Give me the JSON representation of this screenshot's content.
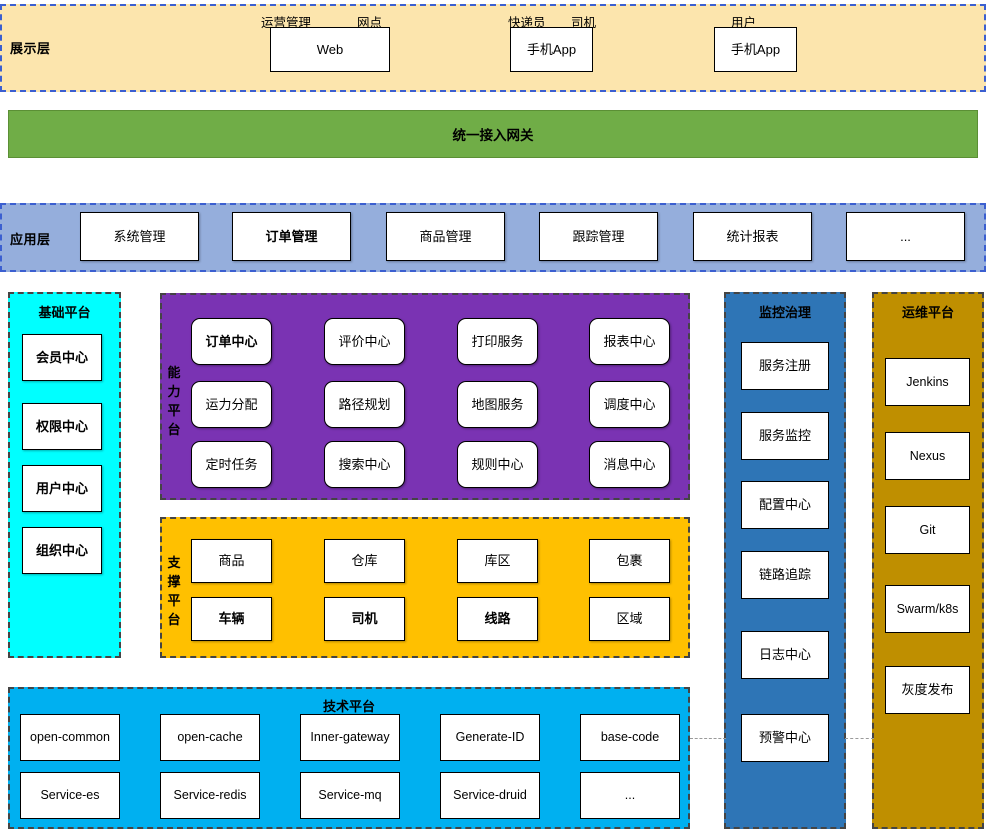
{
  "diagram": {
    "title": "Logistics Microservice Platform Architecture",
    "colors": {
      "presentation_bg": "#fce5ad",
      "gateway_bg": "#70ad47",
      "application_bg": "#95aedc",
      "basic_platform_bg": "#00ffff",
      "capability_platform_bg": "#7a33b3",
      "support_platform_bg": "#ffc000",
      "tech_platform_bg": "#00b0f0",
      "monitor_bg": "#2e75b6",
      "devops_bg": "#bf8f00",
      "node_bg": "#ffffff",
      "band_border": "#3b5fd0",
      "panel_border": "#444444",
      "connector": "#9a9a9a"
    }
  },
  "presentation_layer": {
    "label": "展示层",
    "role_labels": [
      {
        "text": "运营管理"
      },
      {
        "text": "网点"
      },
      {
        "text": "快递员"
      },
      {
        "text": "司机"
      },
      {
        "text": "用户"
      }
    ],
    "clients": [
      {
        "label": "Web"
      },
      {
        "label": "手机App"
      },
      {
        "label": "手机App"
      }
    ]
  },
  "gateway": {
    "label": "统一接入网关"
  },
  "application_layer": {
    "label": "应用层",
    "modules": [
      {
        "label": "系统管理",
        "bold": false
      },
      {
        "label": "订单管理",
        "bold": true
      },
      {
        "label": "商品管理",
        "bold": false
      },
      {
        "label": "跟踪管理",
        "bold": false
      },
      {
        "label": "统计报表",
        "bold": false
      },
      {
        "label": "...",
        "bold": false
      }
    ]
  },
  "basic_platform": {
    "title": "基础平台",
    "items": [
      {
        "label": "会员中心",
        "bold": true
      },
      {
        "label": "权限中心",
        "bold": true
      },
      {
        "label": "用户中心",
        "bold": true
      },
      {
        "label": "组织中心",
        "bold": true
      }
    ]
  },
  "capability_platform": {
    "label": "能力平台",
    "items": [
      {
        "label": "订单中心",
        "bold": true
      },
      {
        "label": "评价中心",
        "bold": false
      },
      {
        "label": "打印服务",
        "bold": false
      },
      {
        "label": "报表中心",
        "bold": false
      },
      {
        "label": "运力分配",
        "bold": false
      },
      {
        "label": "路径规划",
        "bold": false
      },
      {
        "label": "地图服务",
        "bold": false
      },
      {
        "label": "调度中心",
        "bold": false
      },
      {
        "label": "定时任务",
        "bold": false
      },
      {
        "label": "搜索中心",
        "bold": false
      },
      {
        "label": "规则中心",
        "bold": false
      },
      {
        "label": "消息中心",
        "bold": false
      }
    ]
  },
  "support_platform": {
    "label": "支撑平台",
    "items": [
      {
        "label": "商品",
        "bold": false
      },
      {
        "label": "仓库",
        "bold": false
      },
      {
        "label": "库区",
        "bold": false
      },
      {
        "label": "包裹",
        "bold": false
      },
      {
        "label": "车辆",
        "bold": true
      },
      {
        "label": "司机",
        "bold": true
      },
      {
        "label": "线路",
        "bold": true
      },
      {
        "label": "区域",
        "bold": false
      }
    ]
  },
  "tech_platform": {
    "title": "技术平台",
    "items": [
      {
        "label": "open-common"
      },
      {
        "label": "open-cache"
      },
      {
        "label": "Inner-gateway"
      },
      {
        "label": "Generate-ID"
      },
      {
        "label": "base-code"
      },
      {
        "label": "Service-es"
      },
      {
        "label": "Service-redis"
      },
      {
        "label": "Service-mq"
      },
      {
        "label": "Service-druid"
      },
      {
        "label": "..."
      }
    ]
  },
  "monitor_platform": {
    "title": "监控治理",
    "items": [
      {
        "label": "服务注册"
      },
      {
        "label": "服务监控"
      },
      {
        "label": "配置中心"
      },
      {
        "label": "链路追踪"
      },
      {
        "label": "日志中心"
      },
      {
        "label": "预警中心"
      }
    ]
  },
  "devops_platform": {
    "title": "运维平台",
    "items": [
      {
        "label": "Jenkins"
      },
      {
        "label": "Nexus"
      },
      {
        "label": "Git"
      },
      {
        "label": "Swarm/k8s"
      },
      {
        "label": "灰度发布"
      }
    ]
  }
}
